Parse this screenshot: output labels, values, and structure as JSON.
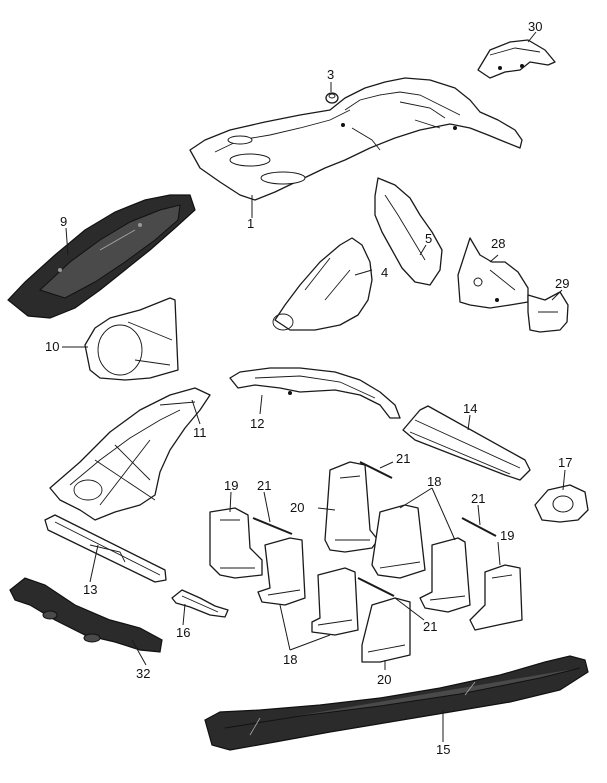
{
  "callouts": {
    "c1": "1",
    "c3": "3",
    "c4": "4",
    "c5": "5",
    "c9": "9",
    "c10": "10",
    "c11": "11",
    "c12": "12",
    "c13": "13",
    "c14": "14",
    "c15": "15",
    "c16": "16",
    "c17": "17",
    "c18a": "18",
    "c18b": "18",
    "c19a": "19",
    "c19b": "19",
    "c20a": "20",
    "c20b": "20",
    "c21a": "21",
    "c21b": "21",
    "c21c": "21",
    "c21d": "21",
    "c28": "28",
    "c29": "29",
    "c30": "30",
    "c32": "32"
  }
}
